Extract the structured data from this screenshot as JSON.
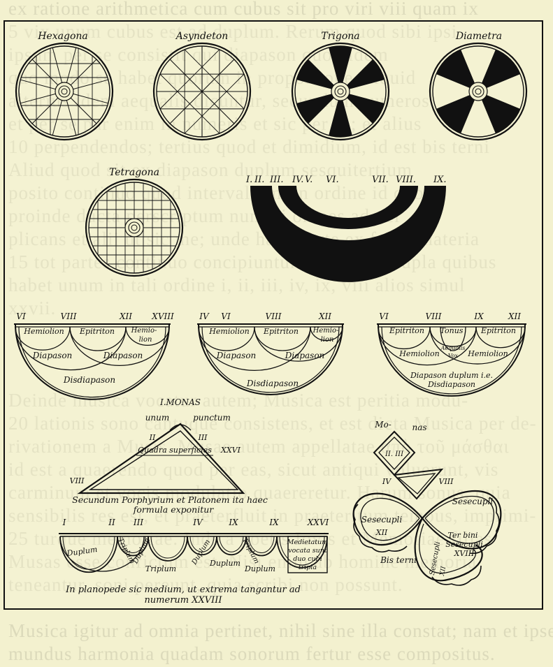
{
  "background_text": {
    "lines": [
      "ex ratione arithmetica cum cubus sit pro viri viii quam ix",
      "5 vix unum cubus est ad duplum. Rerum quod sibi ipsi",
      "ipsum per se consistit qui diapason quod idem",
      "quo modo se habet quorum in proportione aliquid",
      "alterius idem aequalis dicuntur, secundum numeros",
      "et per se par enim in numeris et sic per se; et alius",
      "10 perpendendos; tertius quod et dimidium, id est bis terni",
      "Aliud quod sit ex diapason duplum sesquitertium",
      "posito continuo quod intervallum, in ordine id quod",
      "proinde ducta perscriptum numeri omnes ad ver",
      "plicans et alii ut sic me; unde haec parte ex facili materia",
      "15 tot partes continuo concipiuntur in numero dupla quibus",
      "habet unum in tali ordine i, ii, iii, iv, ix, viii alios simul",
      "xxvii.",
      "",
      "",
      "",
      "Deinde musica vocatur autem; Musica est peritia modu-",
      "20 lationis sono cantuque consistens, et est dicta Musica per de-",
      "rivationem a Musis. Musae autem appellatae ἀπὸ τοῦ μάσθαι",
      "id est a quaerendo quod per eas, sicut antiqui voluerunt, vis",
      "carminum et vocis modulatio quaereretur. Harum sonus, quia",
      "sensibilis res est, et praeterfluit in praeteritum tempus, imprimi-",
      "25 turque memoriae. Inde a poetis Iovis et Memoriae filias",
      "Musas esse confictum est. Nisi enim ab homine memoria",
      "teneantur, soni pereunt, quia scribi non possunt.",
      "",
      "Musica igitur ad omnia pertinet, nihil sine illa constat; nam et ipse",
      "mundus harmonia quadam sonorum fertur esse compositus."
    ]
  },
  "diagram": {
    "circles": [
      {
        "title": "Hexagona"
      },
      {
        "title": "Asyndeton"
      },
      {
        "title": "Trigona"
      },
      {
        "title": "Diametra"
      },
      {
        "title": "Tetragona"
      }
    ],
    "arc_numerals": [
      "I.",
      "II.",
      "III.",
      "IV.",
      "V.",
      "VI.",
      "VII.",
      "VIII.",
      "IX."
    ],
    "fans": [
      {
        "tops": [
          "VI",
          "VIII",
          "XII",
          "XVIII"
        ],
        "inner": [
          "Hemiolion",
          "Epitriton",
          "Hemio-",
          "lion",
          "Diapason",
          "Diapason",
          "Disdiapason"
        ]
      },
      {
        "tops": [
          "IV",
          "VI",
          "VIII",
          "XII"
        ],
        "inner": [
          "Hemiolion",
          "Epitriton",
          "Hemio-",
          "lion",
          "Diapason",
          "Diapason",
          "Disdiapason"
        ]
      },
      {
        "tops": [
          "VI",
          "VIII",
          "IX",
          "XII"
        ],
        "inner": [
          "Epitriton",
          "Tonus",
          "Epitriton",
          "Hemiolion",
          "Hemiolion",
          "Aequalis",
          "Vox",
          "Diapason duplum i.e.",
          "Disdiapason"
        ]
      }
    ],
    "triangle": {
      "monas": "I.MONAS",
      "unum": "unum",
      "punctum": "punctum",
      "ii": "II",
      "iii": "III",
      "xxvi": "XXVI",
      "viii": "VIII",
      "quadra": "Quadra superficies",
      "caption1": "Secundum Porphyrium et Platonem ita haec",
      "caption2": "formula exponitur"
    },
    "bottom": {
      "numerals": [
        "I",
        "II",
        "III",
        "IV",
        "IX",
        "IX",
        "XXVI"
      ],
      "words": [
        "Duplum",
        "Triplum",
        "Duplum",
        "Triplum",
        "Duplum",
        "Triplum",
        "Duplum"
      ],
      "box": [
        "Medietatum",
        "vocata sunt",
        "duo cubi",
        "tripla"
      ],
      "caption1": "In planopede sic medium, ut extrema tangantur ad",
      "caption2": "numerum XXVIII"
    },
    "lemniscate": {
      "mo": "Mo-",
      "nas": "nas",
      "ii_iii": "II. III",
      "iv": "IV",
      "viii": "VIII",
      "sesecupli": "Sesecupli",
      "sesqui_right": "Sesecupli",
      "xii": "XII",
      "bis_terni": "Bis terni",
      "sesqui_small": "Sesecupli",
      "xii_small": "XII",
      "ter_bini": "Ter bini",
      "sesqui_low": "Sesecupli",
      "xviii": "XVIII"
    }
  }
}
